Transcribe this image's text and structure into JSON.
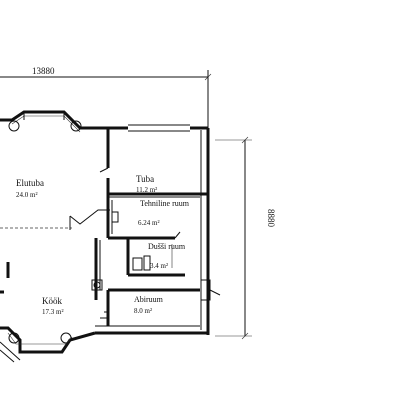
{
  "dimensions": {
    "overall_width": "13880",
    "overall_height": "8880"
  },
  "rooms": {
    "elutuba": {
      "name": "Elutuba",
      "area": "24.0 m²"
    },
    "tuba": {
      "name": "Tuba",
      "area": "11.2 m²"
    },
    "tehnoruum": {
      "name": "Tehniline ruum",
      "area": "6.24 m²"
    },
    "dush": {
      "name": "Dušši ruum",
      "area": "3.4 m²"
    },
    "kook": {
      "name": "Köök",
      "area": "17.3 m²"
    },
    "abiruum": {
      "name": "Abiruum",
      "area": "8.0 m²"
    }
  }
}
